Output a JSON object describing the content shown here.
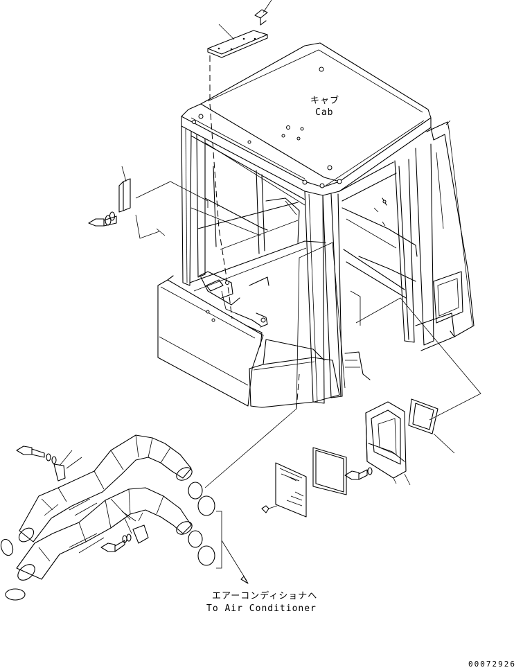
{
  "labels": {
    "cab_jp": "キャブ",
    "cab_en": "Cab",
    "aircon_jp": "エアーコンディショナへ",
    "aircon_en": "To Air Conditioner",
    "drawing_number": "00072926"
  },
  "colors": {
    "line": "#000000",
    "background": "#ffffff"
  }
}
